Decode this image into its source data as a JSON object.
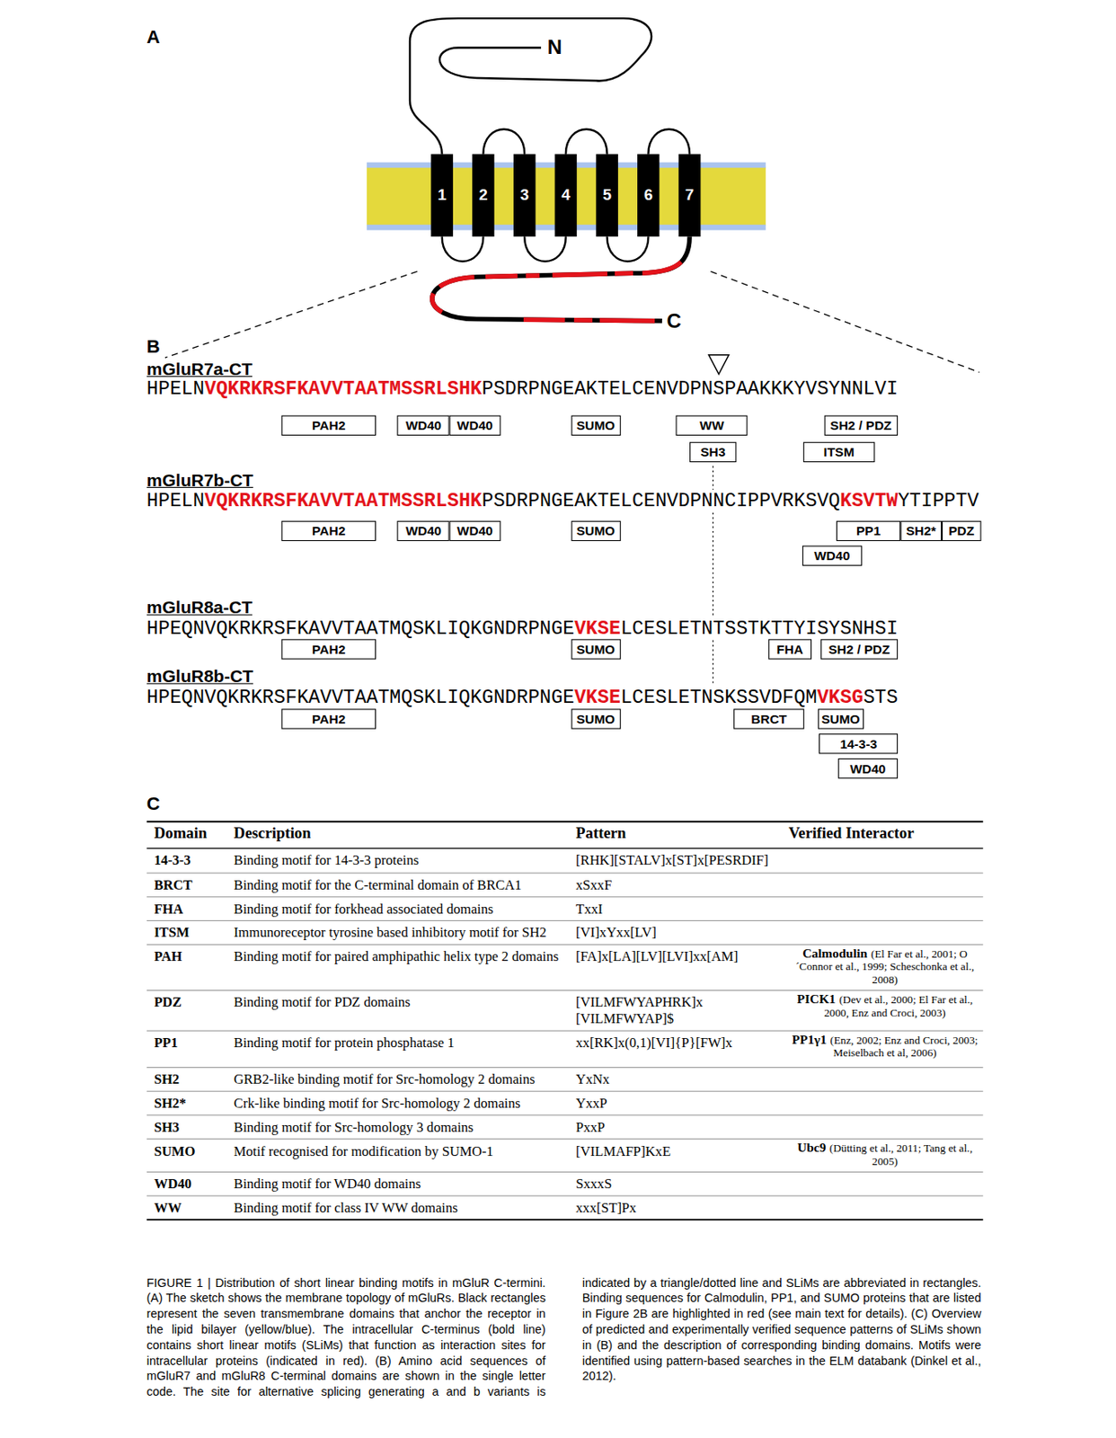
{
  "diagram": {
    "caption": "FIGURE 1 | Distribution of short linear binding motifs in mGluR C-termini. (A) The sketch shows the membrane topology of mGluRs. Black rectangles represent the seven transmembrane domains that anchor the receptor in the lipid bilayer (yellow/blue). The intracellular C-terminus (bold line) contains short linear motifs (SLiMs) that function as interaction sites for intracellular proteins (indicated in red). (B) Amino acid sequences of mGluR7 and mGluR8 C-terminal domains are shown in the single letter code. The site for alternative splicing generating a and b variants is indicated by a triangle/dotted line and SLiMs are abbreviated in rectangles. Binding sequences for Calmodulin, PP1, and SUMO proteins that are listed in Figure 2B are highlighted in red (see main text for details). (C) Overview of predicted and experimentally verified sequence patterns of SLiMs shown in (B) and the description of corresponding binding domains. Motifs were identified using pattern-based searches in the ELM databank (Dinkel et al., 2012).",
    "nodes": [
      {
        "text": [
          "1"
        ]
      },
      {
        "text": [
          "2"
        ]
      },
      {
        "text": [
          "3"
        ]
      },
      {
        "text": [
          "4"
        ]
      },
      {
        "text": [
          "5"
        ]
      },
      {
        "text": [
          "6"
        ]
      },
      {
        "text": [
          "7"
        ]
      },
      {
        "text": [
          "PAH2"
        ]
      },
      {
        "text": [
          "WD40"
        ]
      },
      {
        "text": [
          "WD40"
        ]
      },
      {
        "text": [
          "SUMO"
        ]
      },
      {
        "text": [
          "WW"
        ]
      },
      {
        "text": [
          "SH2 / PDZ"
        ]
      },
      {
        "text": [
          "SH3"
        ]
      },
      {
        "text": [
          "ITSM"
        ]
      },
      {
        "text": [
          "PAH2"
        ]
      },
      {
        "text": [
          "WD40"
        ]
      },
      {
        "text": [
          "WD40"
        ]
      },
      {
        "text": [
          "SUMO"
        ]
      },
      {
        "text": [
          "PP1"
        ]
      },
      {
        "text": [
          "SH2*"
        ]
      },
      {
        "text": [
          "PDZ"
        ]
      },
      {
        "text": [
          "WD40"
        ]
      },
      {
        "text": [
          "PAH2"
        ]
      },
      {
        "text": [
          "SUMO"
        ]
      },
      {
        "text": [
          "FHA"
        ]
      },
      {
        "text": [
          "SH2 / PDZ"
        ]
      },
      {
        "text": [
          "PAH2"
        ]
      },
      {
        "text": [
          "SUMO"
        ]
      },
      {
        "text": [
          "BRCT"
        ]
      },
      {
        "text": [
          "SUMO"
        ]
      },
      {
        "text": [
          "14-3-3"
        ]
      },
      {
        "text": [
          "WD40"
        ]
      }
    ],
    "labels": [
      "A",
      "N",
      "C",
      "B",
      "mGluR7a-CT",
      "HPELN",
      "VQKRKRSFKAVVTAATMSSRLSHK",
      "PSDRPNGEAKTELCENVDPNSPAAKKKYVSYNNLVI",
      "mGluR7b-CT",
      "HPELN",
      "VQKRKRSFKAVVTAATMSSRLSHK",
      "PSDRPNGEAKTELCENVDPNNCIPPVRKSVQ",
      "KSVTW",
      "YTIPPTV",
      "mGluR8a-CT",
      "HPEQNVQKRKRSFKAVVTAATMQSKLIQKGNDRPNGE",
      "VKSE",
      "LCESLETNTSSTKTTYISYSNHSI",
      "mGluR8b-CT",
      "HPEQNVQKRKRSFKAVVTAATMQSKLIQKGNDRPNGE",
      "VKSE",
      "LCESLETNSKSSVDFQM",
      "VKSG",
      "STS",
      "C",
      "Domain",
      "Description",
      "Pattern",
      "Verified Interactor",
      "14-3-3",
      "Binding motif for 14-3-3 proteins",
      "[RHK][STALV]x[ST]x[PESRDIF]",
      "BRCT",
      "Binding motif for the C-terminal domain of BRCA1",
      "xSxxF",
      "FHA",
      "Binding motif for forkhead associated domains",
      "TxxI",
      "ITSM",
      "Immunoreceptor tyrosine based inhibitory motif for SH2",
      "[VI]xYxx[LV]",
      "PAH",
      "Binding motif for paired amphipathic helix type 2 domains",
      "[FA]x[LA][LV][LVI]xx[AM]",
      "Calmodulin",
      "(El Far et al., 2001; O´Connor et al., 1999; Scheschonka et al., 2008)",
      "PDZ",
      "Binding motif for PDZ domains",
      "[VILMFWYAPHRK]x [VILMFWYAP]$",
      "PICK1",
      "(Dev et al., 2000; El Far et al., 2000, Enz and Croci, 2003)",
      "PP1",
      "Binding motif for protein phosphatase 1",
      "xx[RK]x(0,1)[VI]{P}[FW]x",
      "PP1γ1",
      "(Enz, 2002; Enz and Croci, 2003; Meiselbach et al, 2006)",
      "SH2",
      "GRB2-like binding motif for Src-homology 2 domains",
      "YxNx",
      "SH2*",
      "Crk-like binding motif for Src-homology 2 domains",
      "YxxP",
      "SH3",
      "Binding motif for Src-homology 3 domains",
      "PxxP",
      "SUMO",
      "Motif recognised for modification by SUMO-1",
      "[VILMAFP]KxE",
      "Ubc9",
      "(Dütting et al., 2011; Tang et al., 2005)",
      "WD40",
      "Binding motif for WD40 domains",
      "SxxxS",
      "WW",
      "Binding motif for class IV WW domains",
      "xxx[ST]Px"
    ]
  }
}
